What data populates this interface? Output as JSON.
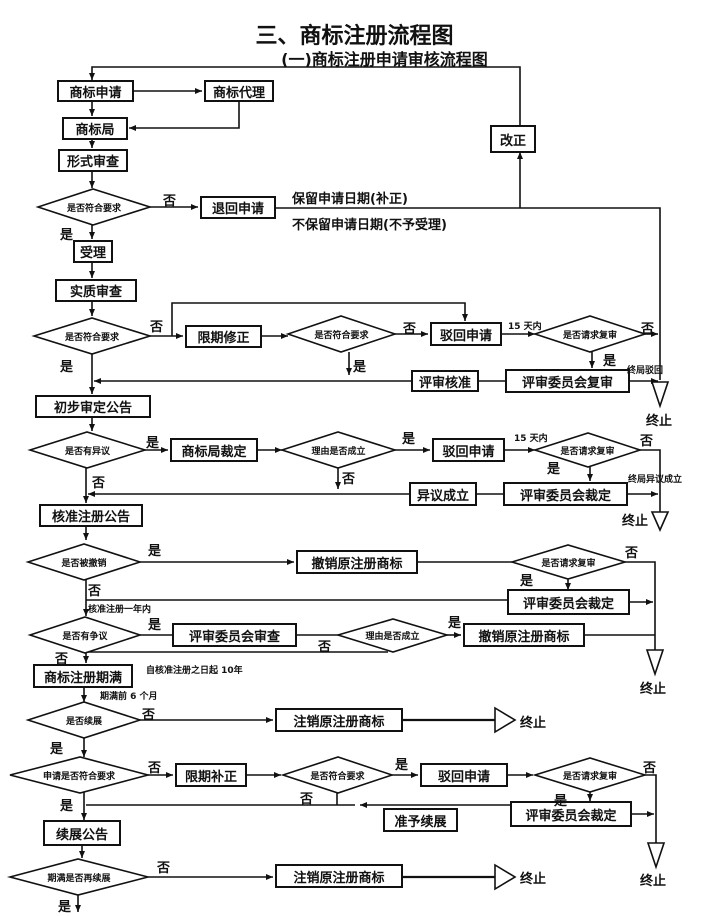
{
  "title": "三、商标注册流程图",
  "subtitle": "(一)商标注册申请审核流程图",
  "nodes": {
    "apply": "商标申请",
    "agent": "商标代理",
    "office": "商标局",
    "formal_review": "形式审查",
    "correct": "改正",
    "meets_req_1": "是否符合要求",
    "return_app": "退回申请",
    "keep_date": "保留申请日期(补正)",
    "no_keep_date": "不保留申请日期(不予受理)",
    "accept": "受理",
    "substantive_review": "实质审查",
    "meets_req_2": "是否符合要求",
    "deadline_fix": "限期修正",
    "meets_req_3": "是否符合要求",
    "reject_1": "驳回申请",
    "within_15_1": "15 天内",
    "request_review_1": "是否请求复审",
    "final_reject": "终局驳回",
    "review_approve": "评审核准",
    "board_review": "评审委员会复审",
    "prelim_announce": "初步审定公告",
    "has_objection": "是否有异议",
    "office_ruling": "商标局裁定",
    "reason_valid_1": "理由是否成立",
    "reject_2": "驳回申请",
    "within_15_2": "15 天内",
    "request_review_2": "是否请求复审",
    "final_objection": "终局异议成立",
    "objection_valid": "异议成立",
    "board_ruling_1": "评审委员会裁定",
    "approved_announce": "核准注册公告",
    "revoked": "是否被撤销",
    "revoke_mark_1": "撤销原注册商标",
    "request_review_3": "是否请求复审",
    "board_ruling_2": "评审委员会裁定",
    "within_year": "核准注册一年内",
    "disputed": "是否有争议",
    "board_exam": "评审委员会审查",
    "reason_valid_2": "理由是否成立",
    "revoke_mark_2": "撤销原注册商标",
    "expiry": "商标注册期满",
    "ten_years": "自核准注册之日起 10年",
    "six_months": "期满前 6 个月",
    "renew": "是否续展",
    "cancel_mark_1": "注销原注册商标",
    "app_meets_req": "申请是否符合要求",
    "deadline_supplement": "限期补正",
    "meets_req_4": "是否符合要求",
    "reject_3": "驳回申请",
    "request_review_4": "是否请求复审",
    "board_ruling_3": "评审委员会裁定",
    "renew_granted": "准予续展",
    "renew_announce": "续展公告",
    "renew_again": "期满是否再续展",
    "cancel_mark_2": "注销原注册商标"
  },
  "labels": {
    "yes": "是",
    "no": "否",
    "end": "终止"
  }
}
